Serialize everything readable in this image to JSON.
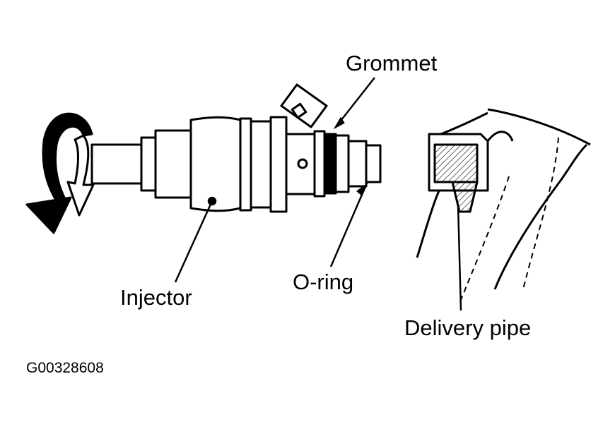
{
  "labels": {
    "grommet": "Grommet",
    "injector": "Injector",
    "o_ring": "O-ring",
    "delivery_pipe": "Delivery pipe"
  },
  "figure_id": "G00328608",
  "colors": {
    "ink": "#000000",
    "paper": "#ffffff"
  },
  "icons": {
    "rotation_arrow": "curved-rotation-arrow-icon"
  }
}
